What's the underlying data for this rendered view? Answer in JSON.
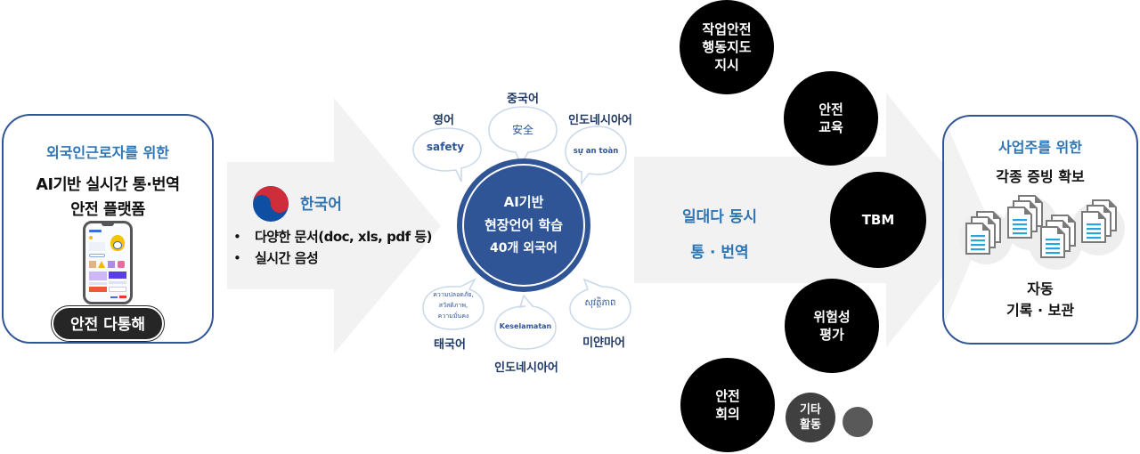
{
  "colors": {
    "panel_border": "#2f5597",
    "accent_blue": "#2e75b6",
    "center_circle": "#2f5597",
    "arrow_fill": "#f2f2f2",
    "bubble_stroke": "#c9d8ea",
    "black_circle": "#000000",
    "dark_grey_circle": "#404040",
    "grey_circle": "#595959",
    "doc_line": "#29a3e0"
  },
  "left_panel": {
    "subtitle": "외국인근로자를 위한",
    "title_line1": "AI기반 실시간 통·번역",
    "title_line2": "안전 플랫폼",
    "phone_icon": "smartphone-app-screenshot",
    "badge": "안전 다통해"
  },
  "source": {
    "flag_icon": "korean-taegeuk-icon",
    "label": "한국어",
    "bullets": [
      "다양한 문서(doc, xls, pdf 등)",
      "실시간 음성"
    ]
  },
  "center": {
    "line1": "AI기반",
    "line2": "현장언어 학습",
    "line3": "40개 외국어"
  },
  "bubbles": [
    {
      "label": "영어",
      "text": "safety"
    },
    {
      "label": "중국어",
      "text": "安全"
    },
    {
      "label": "인도네시아어",
      "text": "sự an toàn"
    },
    {
      "label": "태국어",
      "text": "ความปลอดภัย,\nสวัสดิภาพ,\nความมั่นคง",
      "lines": [
        "ความปลอดภัย,",
        "สวัสดิภาพ,",
        "ความมั่นคง"
      ]
    },
    {
      "label": "인도네시아어",
      "text": "Keselamatan"
    },
    {
      "label": "미얀마어",
      "text": "សុវត្ថិភាព"
    }
  ],
  "middle": {
    "line1": "일대다 동시",
    "line2": "통 · 번역"
  },
  "activities": [
    {
      "lines": [
        "작업안전",
        "행동지도",
        "지시"
      ]
    },
    {
      "lines": [
        "안전",
        "교육"
      ]
    },
    {
      "lines": [
        "TBM"
      ]
    },
    {
      "lines": [
        "위험성",
        "평가"
      ]
    },
    {
      "lines": [
        "안전",
        "회의"
      ]
    },
    {
      "lines": [
        "기타",
        "활동"
      ]
    }
  ],
  "right_panel": {
    "subtitle": "사업주를 위한",
    "title": "각종 증빙 확보",
    "docs_icon": "document-stack-icon",
    "bottom_line1": "자동",
    "bottom_line2": "기록 · 보관"
  }
}
